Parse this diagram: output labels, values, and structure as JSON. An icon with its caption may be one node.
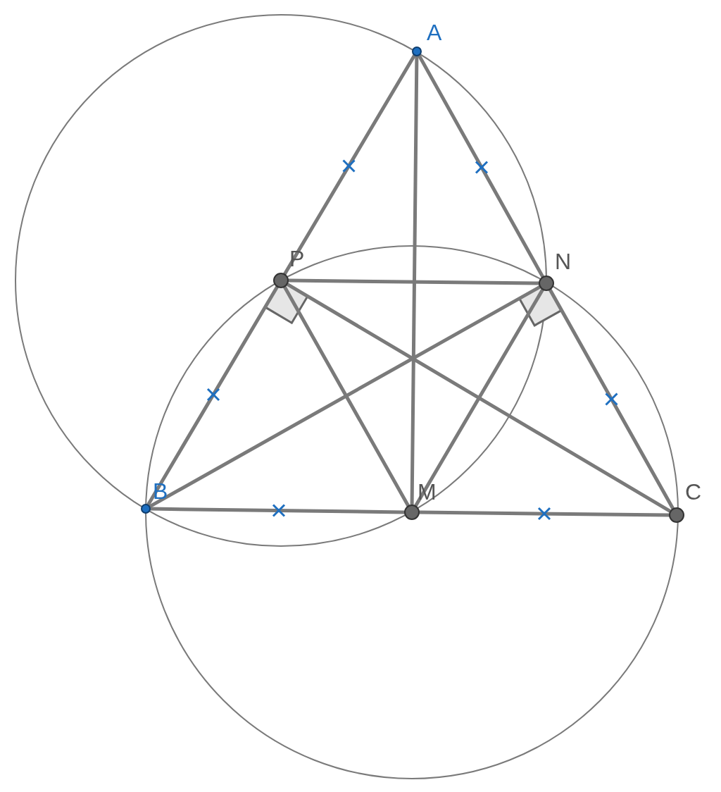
{
  "diagram": {
    "nodes": [
      {
        "text": [
          "A"
        ]
      },
      {
        "text": [
          "P"
        ]
      },
      {
        "text": [
          "N"
        ]
      },
      {
        "text": [
          "B"
        ]
      },
      {
        "text": [
          "M"
        ]
      },
      {
        "text": [
          "C"
        ]
      }
    ],
    "edges": [
      {
        "from": 0,
        "to": 1,
        "arrow": "none"
      },
      {
        "from": 1,
        "to": 3,
        "arrow": "none"
      },
      {
        "from": 0,
        "to": 2,
        "arrow": "none"
      },
      {
        "from": 2,
        "to": 5,
        "arrow": "none"
      },
      {
        "from": 0,
        "to": 4,
        "arrow": "none"
      },
      {
        "from": 3,
        "to": 4,
        "arrow": "none"
      },
      {
        "from": 4,
        "to": 5,
        "arrow": "none"
      },
      {
        "from": 1,
        "to": 2,
        "arrow": "none"
      },
      {
        "from": 1,
        "to": 4,
        "arrow": "none"
      },
      {
        "from": 1,
        "to": 5,
        "arrow": "none"
      },
      {
        "from": 3,
        "to": 2,
        "arrow": "none"
      },
      {
        "from": 2,
        "to": 4,
        "arrow": "none"
      }
    ]
  }
}
